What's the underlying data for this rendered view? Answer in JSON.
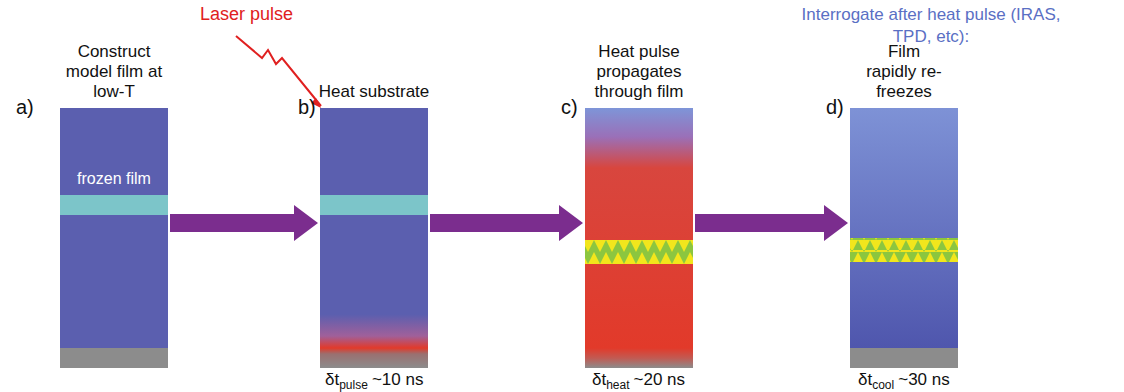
{
  "diagram": {
    "nodes": [
      {
        "text": [
          "Construct model film at low-T",
          "frozen film"
        ]
      },
      {
        "text": [
          "Heat substrate"
        ]
      },
      {
        "text": [
          "Heat pulse propagates through film"
        ]
      },
      {
        "text": [
          "Film rapidly re-freezes"
        ]
      }
    ],
    "edges": [
      {
        "from": 0,
        "to": 1,
        "arrow": "to"
      },
      {
        "from": 1,
        "to": 2,
        "arrow": "to"
      },
      {
        "from": 2,
        "to": 3,
        "arrow": "to"
      }
    ],
    "labels": [
      "Laser pulse",
      "Interrogate after heat pulse (IRAS, TPD, etc):",
      "a)",
      "b)",
      "c)",
      "d)",
      "δt",
      "pulse",
      "~10 ns",
      "δt",
      "heat",
      "~20 ns",
      "δt",
      "cool",
      "~30 ns"
    ]
  }
}
